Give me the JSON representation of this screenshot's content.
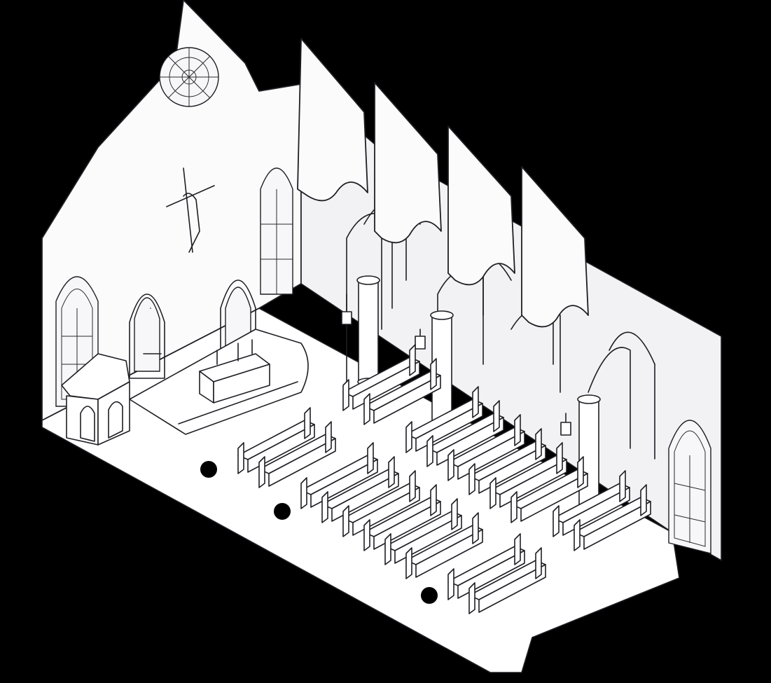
{
  "scene": {
    "background": "#000000",
    "line_color": "#1e1e24",
    "paper_color": "#ffffff",
    "elements": {
      "rose_window": "rose-window",
      "crucifix": "crucifix",
      "altar": "altar",
      "pulpit": "pulpit",
      "columns": 3,
      "banners": 4,
      "lanterns": 3,
      "pew_rows": 10,
      "floor_markers": 3
    }
  }
}
